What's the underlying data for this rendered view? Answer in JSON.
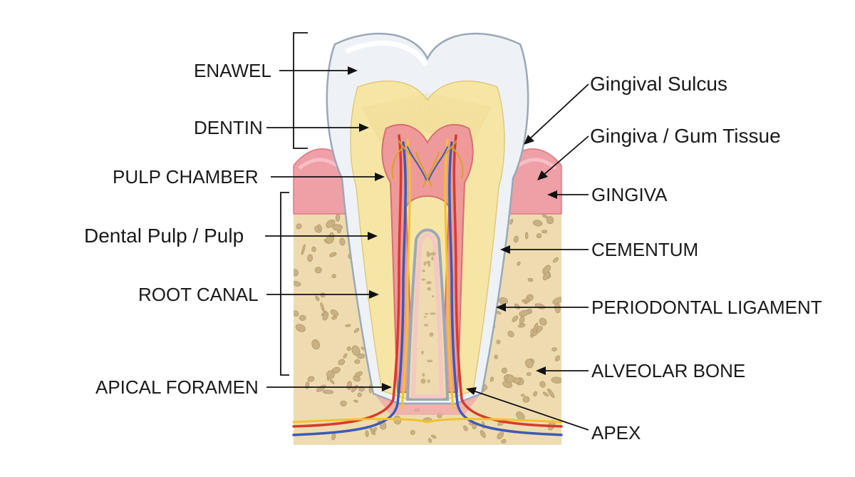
{
  "labels": {
    "enamel": "ENAWEL",
    "dentin": "DENTIN",
    "pulp_chamber": "PULP CHAMBER",
    "dental_pulp": "Dental Pulp / Pulp",
    "root_canal": "ROOT CANAL",
    "apical_foramen": "APICAL FORAMEN",
    "gingival_sulcus": "Gingival Sulcus",
    "gingiva_gum_tissue": "Gingiva / Gum Tissue",
    "gingiva": "GINGIVA",
    "cementum": "CEMENTUM",
    "periodontal_ligament": "PERIODONTAL LIGAMENT",
    "alveolar_bone": "ALVEOLAR BONE",
    "apex": "APEX"
  },
  "colors": {
    "enamel": "#eef2f6",
    "dentin": "#f6e6a6",
    "pulp": "#ef9a9a",
    "gingiva": "#ef9fa6",
    "bone": "#eedcb0",
    "bone_pore": "#c9b184",
    "artery": "#d83a2e",
    "vein": "#3c5bb5",
    "nerve": "#f2c22e"
  }
}
